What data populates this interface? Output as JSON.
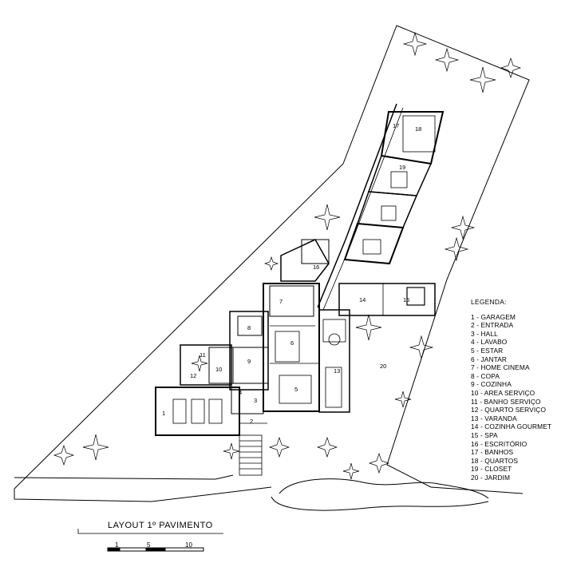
{
  "legend": {
    "title": "LEGENDA:",
    "items": [
      "1 - GARAGEM",
      "2 - ENTRADA",
      "3 - HALL",
      "4 - LAVABO",
      "5 - ESTAR",
      "6 - JANTAR",
      "7 - HOME CINEMA",
      "8 - COPA",
      "9 - COZINHA",
      "10 - AREA SERVIÇO",
      "11 - BANHO SERVIÇO",
      "12 - QUARTO SERVIÇO",
      "13 - VARANDA",
      "14 - COZINHA GOURMET",
      "15 - SPA",
      "16 - ESCRITÓRIO",
      "17 - BANHOS",
      "18 - QUARTOS",
      "19 - CLOSET",
      "20 - JARDIM"
    ]
  },
  "caption": "LAYOUT 1º PAVIMENTO",
  "scale": {
    "marks": [
      "1",
      "5",
      "10"
    ]
  },
  "room_labels": {
    "garagem": "1",
    "entrada": "2",
    "hall": "3",
    "lavabo": "4",
    "estar": "5",
    "jantar": "6",
    "home_cinema": "7",
    "copa": "8",
    "cozinha": "9",
    "area_servico": "10",
    "banho_servico": "11",
    "quarto_servico": "12",
    "varanda": "13",
    "cozinha_gourmet": "14",
    "spa": "15",
    "escritorio": "16",
    "banhos": "17",
    "quartos": "18",
    "closet": "19",
    "jardim": "20"
  }
}
